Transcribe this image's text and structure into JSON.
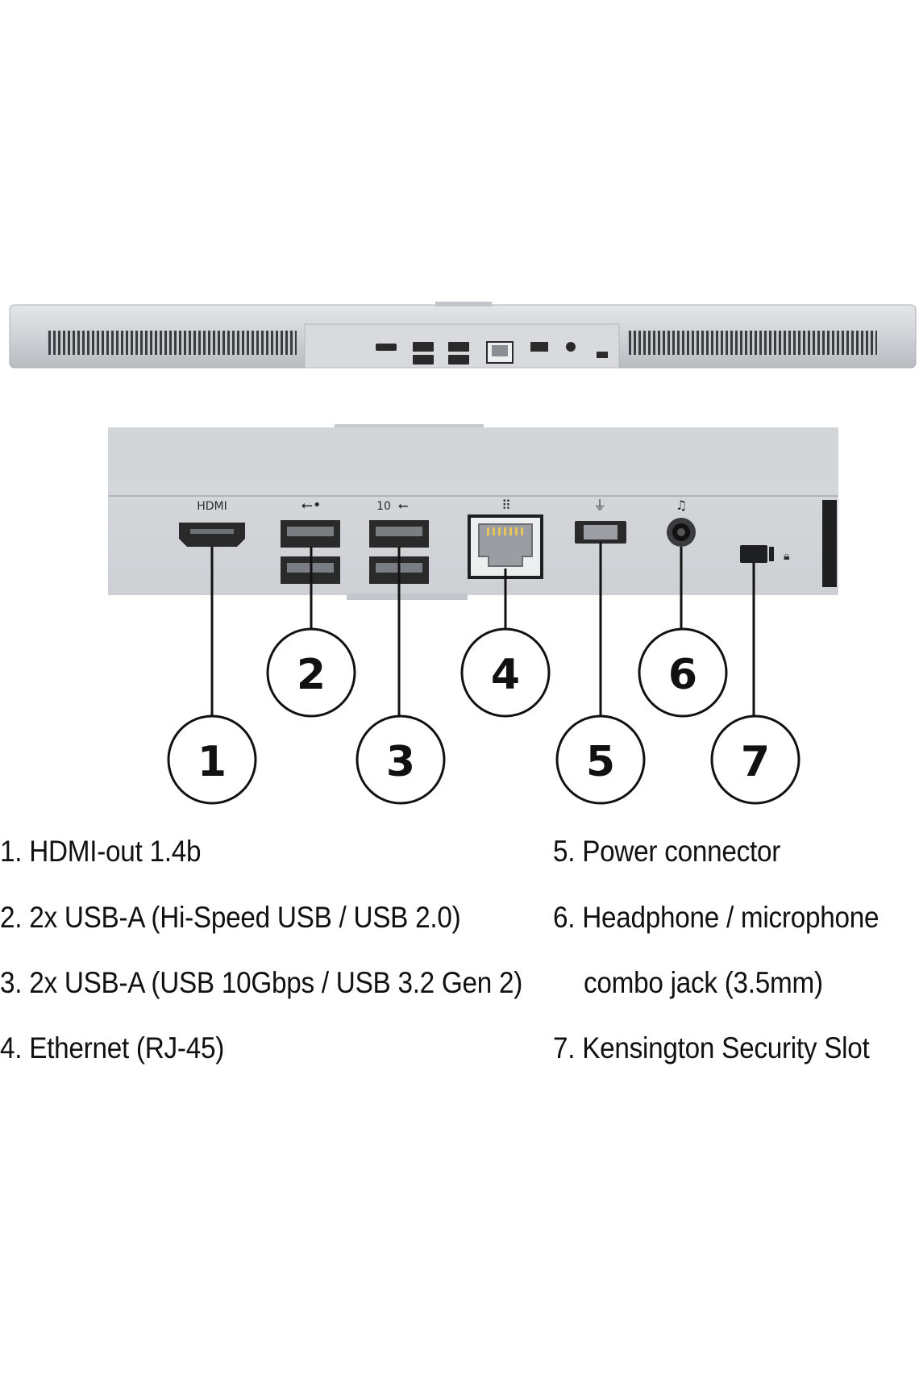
{
  "diagram": {
    "callouts": [
      {
        "id": 1,
        "label": "1"
      },
      {
        "id": 2,
        "label": "2"
      },
      {
        "id": 3,
        "label": "3"
      },
      {
        "id": 4,
        "label": "4"
      },
      {
        "id": 5,
        "label": "5"
      },
      {
        "id": 6,
        "label": "6"
      },
      {
        "id": 7,
        "label": "7"
      }
    ],
    "legend": {
      "left": [
        "1. HDMI-out 1.4b",
        "2. 2x USB-A (Hi-Speed USB / USB 2.0)",
        "3. 2x USB-A (USB 10Gbps / USB 3.2 Gen 2)",
        "4. Ethernet (RJ-45)"
      ],
      "right": [
        "5. Power connector",
        "6. Headphone / microphone",
        "combo jack (3.5mm)",
        "7. Kensington Security Slot"
      ]
    },
    "port_marks": {
      "hdmi": "HDMI",
      "usb_speed": "10"
    },
    "colors": {
      "chassis": "#d3d6da",
      "chassis_dark": "#b9bdc2",
      "port": "#2a2a2a",
      "line": "#111111"
    }
  }
}
